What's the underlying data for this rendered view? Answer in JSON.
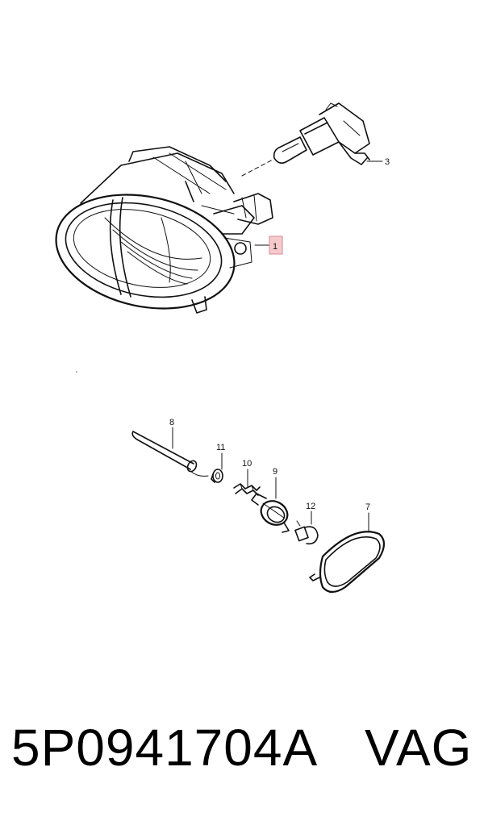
{
  "callouts": {
    "c1": "1",
    "c3": "3",
    "c7": "7",
    "c8": "8",
    "c9": "9",
    "c10": "10",
    "c11": "11",
    "c12": "12"
  },
  "footer": {
    "part_number": "5P0941704A",
    "brand": "VAG"
  },
  "colors": {
    "highlight_box": "#f6c9cd",
    "highlight_border": "#d98a92",
    "ink": "#111111"
  }
}
